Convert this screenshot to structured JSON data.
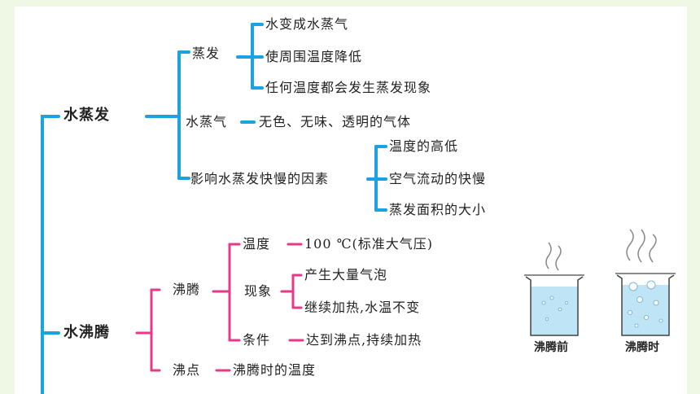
{
  "evaporation": {
    "title": "水蒸发",
    "zhengfa": {
      "label": "蒸发",
      "items": [
        "水变成水蒸气",
        "使周围温度降低",
        "任何温度都会发生蒸发现象"
      ]
    },
    "vapor": {
      "label": "水蒸气",
      "desc": "无色、无味、透明的气体"
    },
    "factors": {
      "label": "影响水蒸发快慢的因素",
      "items": [
        "温度的高低",
        "空气流动的快慢",
        "蒸发面积的大小"
      ]
    }
  },
  "boiling": {
    "title": "水沸腾",
    "feiteng": {
      "label": "沸腾",
      "temperature": {
        "label": "温度",
        "value": "100 ℃(标准大气压)"
      },
      "phenomenon": {
        "label": "现象",
        "items": [
          "产生大量气泡",
          "继续加热,水温不变"
        ]
      },
      "condition": {
        "label": "条件",
        "value": "达到沸点,持续加热"
      }
    },
    "boiling_point": {
      "label": "沸点",
      "value": "沸腾时的温度"
    }
  },
  "illustration": {
    "before_caption": "沸腾前",
    "during_caption": "沸腾时"
  },
  "colors": {
    "blue_branch": "#1aa3e0",
    "pink_branch": "#e8388a",
    "water": "#bfe4f5"
  }
}
